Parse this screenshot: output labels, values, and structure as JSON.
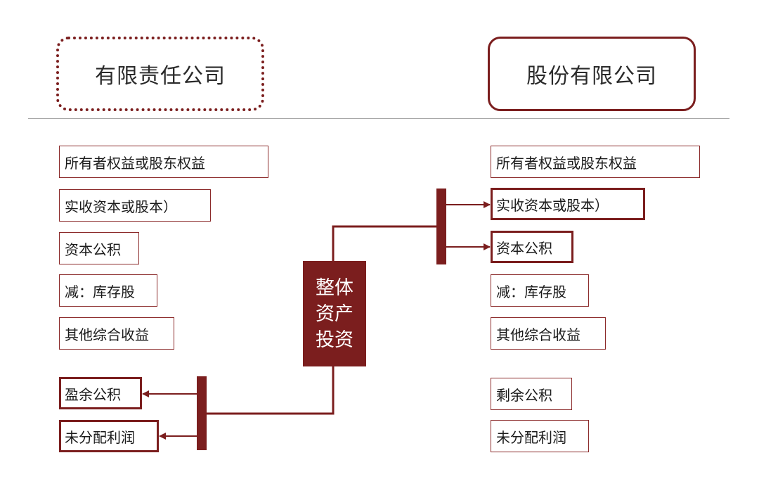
{
  "headers": {
    "left": "有限责任公司",
    "right": "股份有限公司"
  },
  "center": {
    "lines": [
      "整体",
      "资产",
      "投资"
    ]
  },
  "left_items": [
    "所有者权益或股东权益",
    "实收资本或股本）",
    "资本公积",
    "减：库存股",
    "其他综合收益",
    "盈余公积",
    "未分配利润"
  ],
  "right_items": [
    "所有者权益或股东权益",
    "实收资本或股本）",
    "资本公积",
    "减：库存股",
    "其他综合收益",
    "剩余公积",
    "未分配利润"
  ],
  "colors": {
    "accent": "#7b1e1e",
    "divider": "#a8a8a8"
  }
}
